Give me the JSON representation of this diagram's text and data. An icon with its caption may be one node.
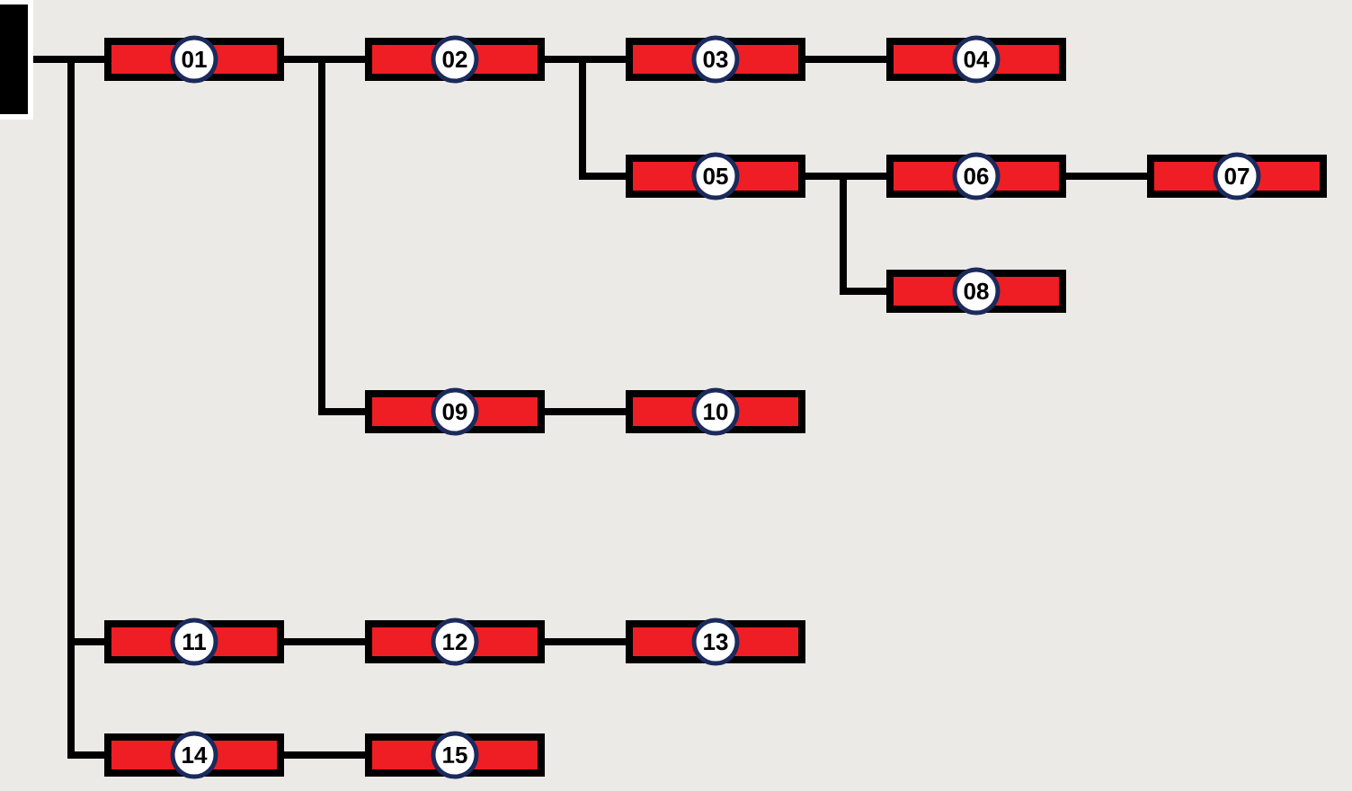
{
  "diagram": {
    "nodes": [
      {
        "text": [],
        "shape": "box"
      },
      {
        "text": [
          "01"
        ]
      },
      {
        "text": [
          "02"
        ]
      },
      {
        "text": [
          "03"
        ]
      },
      {
        "text": [
          "04"
        ]
      },
      {
        "text": [
          "05"
        ]
      },
      {
        "text": [
          "06"
        ]
      },
      {
        "text": [
          "07"
        ]
      },
      {
        "text": [
          "08"
        ]
      },
      {
        "text": [
          "09"
        ]
      },
      {
        "text": [
          "10"
        ]
      },
      {
        "text": [
          "11"
        ]
      },
      {
        "text": [
          "12"
        ]
      },
      {
        "text": [
          "13"
        ]
      },
      {
        "text": [
          "14"
        ]
      },
      {
        "text": [
          "15"
        ]
      }
    ],
    "edges": [
      {
        "from": 0,
        "to": 1,
        "arrow": "none"
      },
      {
        "from": 0,
        "to": 11,
        "arrow": "none"
      },
      {
        "from": 0,
        "to": 14,
        "arrow": "none"
      },
      {
        "from": 1,
        "to": 2,
        "arrow": "none"
      },
      {
        "from": 1,
        "to": 9,
        "arrow": "none"
      },
      {
        "from": 2,
        "to": 3,
        "arrow": "none"
      },
      {
        "from": 2,
        "to": 5,
        "arrow": "none"
      },
      {
        "from": 3,
        "to": 4,
        "arrow": "none"
      },
      {
        "from": 5,
        "to": 6,
        "arrow": "none"
      },
      {
        "from": 5,
        "to": 8,
        "arrow": "none"
      },
      {
        "from": 6,
        "to": 7,
        "arrow": "none"
      },
      {
        "from": 9,
        "to": 10,
        "arrow": "none"
      },
      {
        "from": 11,
        "to": 12,
        "arrow": "none"
      },
      {
        "from": 12,
        "to": 13,
        "arrow": "none"
      },
      {
        "from": 14,
        "to": 15,
        "arrow": "none"
      }
    ]
  }
}
